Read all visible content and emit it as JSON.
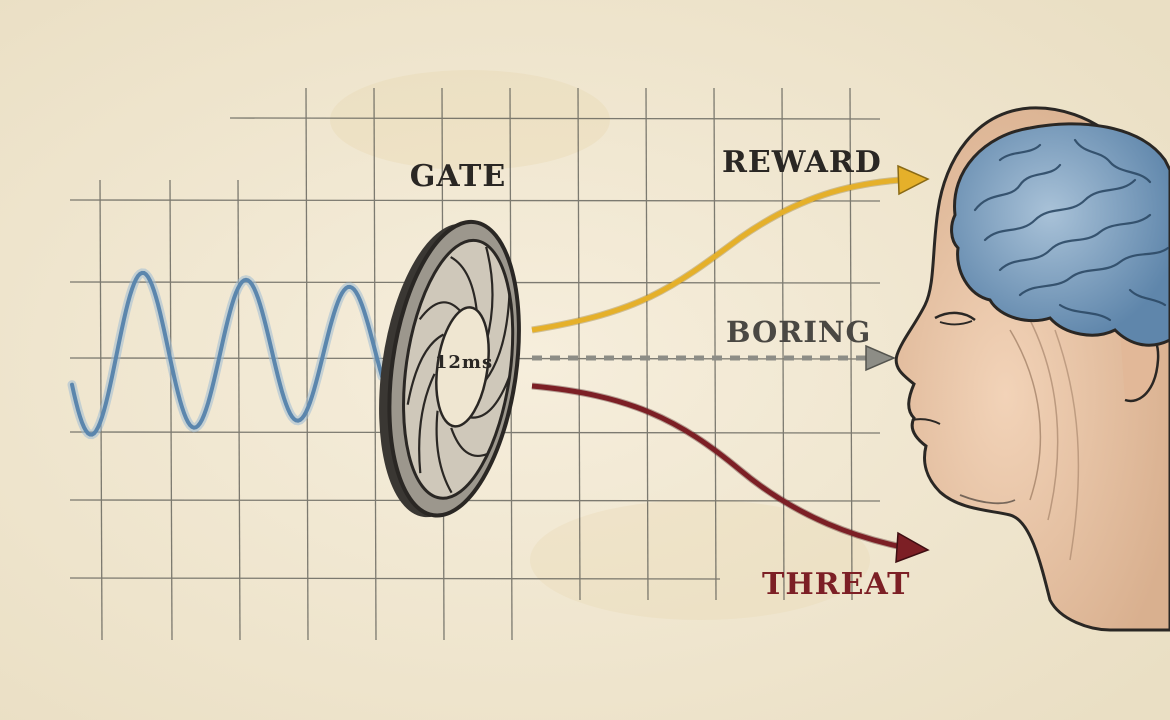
{
  "labels": {
    "gate": "GATE",
    "gate_delay": "12ms",
    "reward": "REWARD",
    "boring": "BORING",
    "threat": "THREAT"
  },
  "colors": {
    "paper": "#f3ead6",
    "grid": "#55554f",
    "wave": "#5b86ad",
    "reward": "#e5b02a",
    "boring": "#8d8d86",
    "threat": "#7c1f25",
    "ink": "#2a2724",
    "brain": "#7fa3c4",
    "skin": "#ecc8aa"
  },
  "icons": {
    "signal": "sine-wave-icon",
    "gate": "aperture-shutter-icon",
    "viewer": "head-with-brain-icon"
  }
}
